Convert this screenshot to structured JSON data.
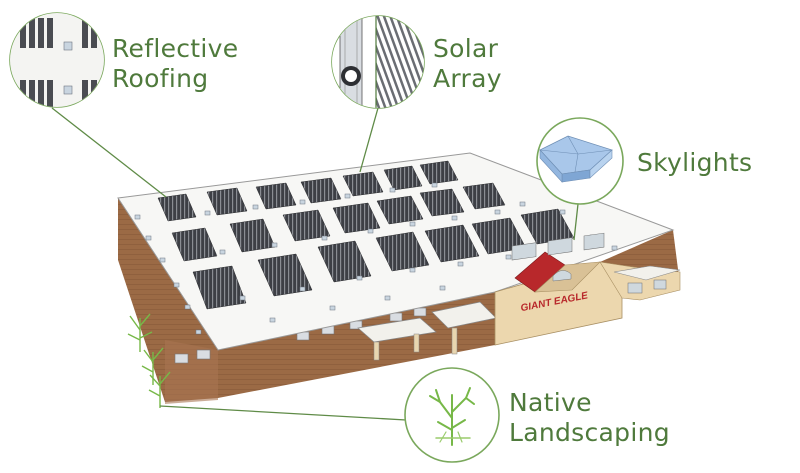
{
  "callouts": {
    "reflective_roofing": {
      "line1": "Reflective",
      "line2": "Roofing",
      "icon": "roof-vents-icon"
    },
    "solar_array": {
      "line1": "Solar",
      "line2": "Array",
      "icon": "solar-panel-icon"
    },
    "skylights": {
      "line1": "Skylights",
      "icon": "skylight-icon"
    },
    "native_landscaping": {
      "line1": "Native",
      "line2": "Landscaping",
      "icon": "plant-icon"
    }
  },
  "building": {
    "sign": "GIANT EAGLE"
  },
  "colors": {
    "accent_green": "#4f7a3c",
    "roof": "#f7f7f5",
    "brick": "#9b6a45",
    "panel": "#3d3f45",
    "gable": "#b8282b",
    "facade": "#ecd7ae"
  }
}
